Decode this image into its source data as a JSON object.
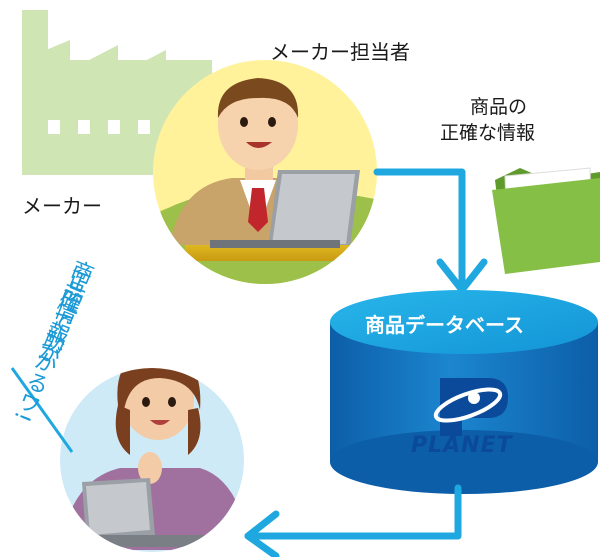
{
  "labels": {
    "maker_person": "メーカー担当者",
    "maker": "メーカー",
    "info_line1": "商品の",
    "info_line2": "正確な情報",
    "db_title": "商品データベース",
    "logo_text": "PLANET",
    "retailer_col1": "商品情報が",
    "retailer_col2": "正確で助かるワ!"
  },
  "colors": {
    "factory": "#cfe5b4",
    "flow_arrow": "#1fa8e0",
    "db_top": "#1aa7e0",
    "db_body": "#1172b8",
    "logo": "#0b4a9a",
    "speech_text": "#1a9ad6",
    "circle_yellow": "#fff29a",
    "circle_blue": "#cfeaf7",
    "folder": "#7cb540"
  },
  "icons": [
    "factory-icon",
    "businessman-illustration",
    "folder-icon",
    "database-cylinder",
    "planet-logo-icon",
    "woman-illustration"
  ]
}
